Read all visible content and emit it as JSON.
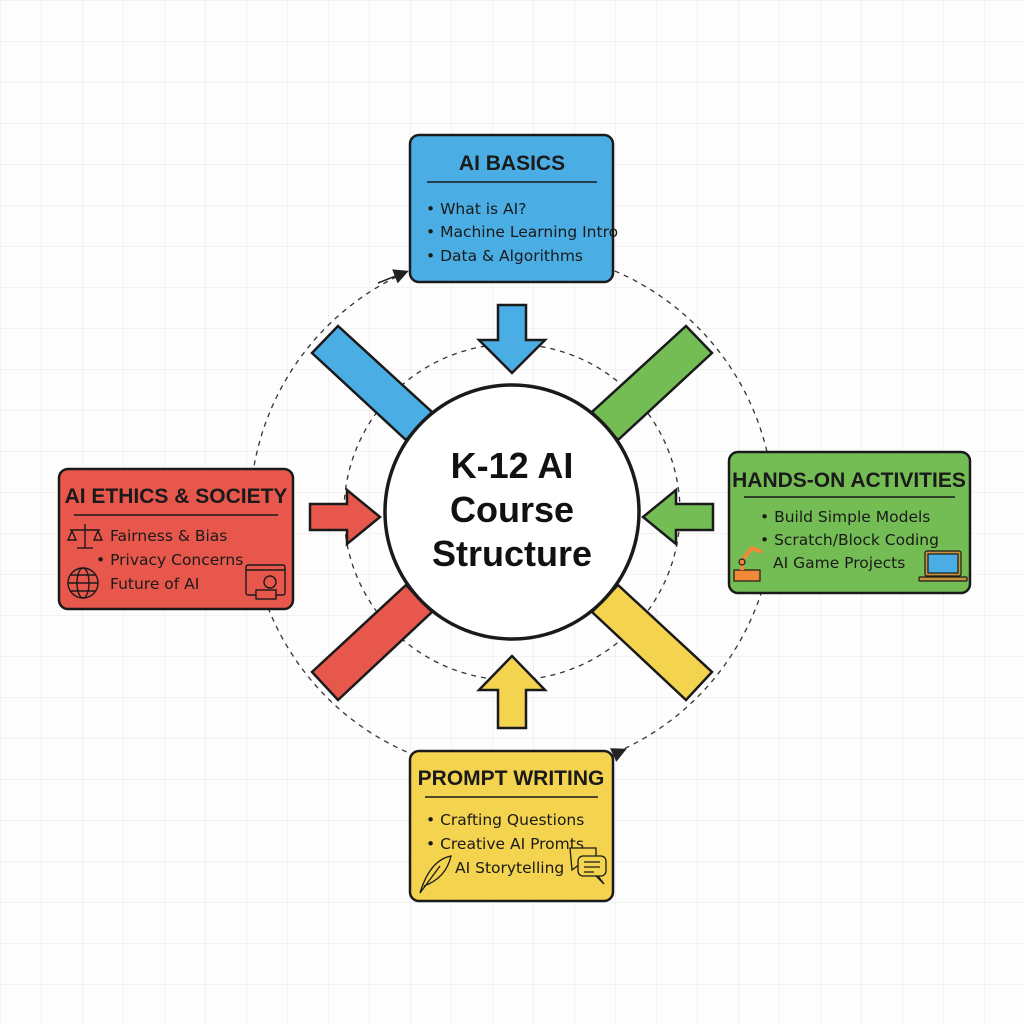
{
  "center": {
    "lines": [
      "K-12 AI",
      "Course",
      "Structure"
    ]
  },
  "colors": {
    "blue": "#4aaee4",
    "green": "#74bd55",
    "red": "#e8574c",
    "yellow": "#f4d34f"
  },
  "modules": {
    "basics": {
      "title": "AI BASICS",
      "items": [
        "• What is AI?",
        "• Machine Learning Intro",
        "• Data & Algorithms"
      ]
    },
    "ethics": {
      "title": "AI ETHICS & SOCIETY",
      "items": [
        "Fairness & Bias",
        "• Privacy Concerns",
        "Future of AI"
      ],
      "icons": [
        "scales-icon",
        "globe-icon",
        "privacy-screen-icon"
      ]
    },
    "hands_on": {
      "title": "HANDS-ON ACTIVITIES",
      "items": [
        "• Build Simple Models",
        "• Scratch/Block Coding",
        "AI Game Projects"
      ],
      "icons": [
        "robot-arm-icon",
        "laptop-icon"
      ]
    },
    "prompt": {
      "title": "PROMPT WRITING",
      "items": [
        "• Crafting Questions",
        "• Creative AI Promts",
        "AI Storytelling"
      ],
      "icons": [
        "quill-icon",
        "chat-bubbles-icon"
      ]
    }
  }
}
